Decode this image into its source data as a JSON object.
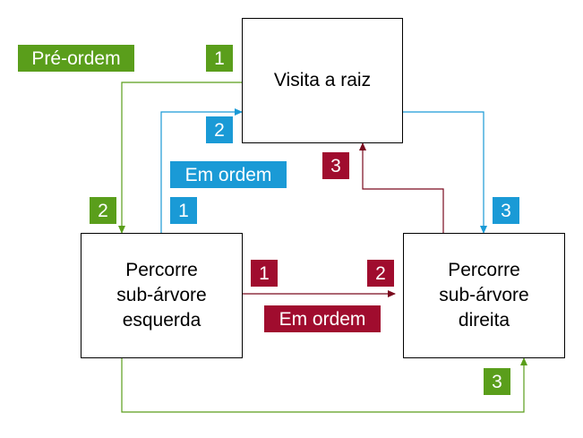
{
  "nodes": {
    "root": "Visita a raiz",
    "left": [
      "Percorre",
      "sub-árvore",
      "esquerda"
    ],
    "right": [
      "Percorre",
      "sub-árvore",
      "direita"
    ]
  },
  "labels": {
    "preorder": "Pré-ordem",
    "inorder": "Em ordem",
    "postorder": "Em ordem"
  },
  "steps": {
    "preorder": [
      "1",
      "2",
      "3"
    ],
    "inorder": [
      "1",
      "2",
      "3"
    ],
    "postorder": [
      "1",
      "2",
      "3"
    ]
  },
  "colors": {
    "preorder": "#5a9e1b",
    "inorder": "#1a9ad6",
    "postorder": "#a00c2e"
  }
}
